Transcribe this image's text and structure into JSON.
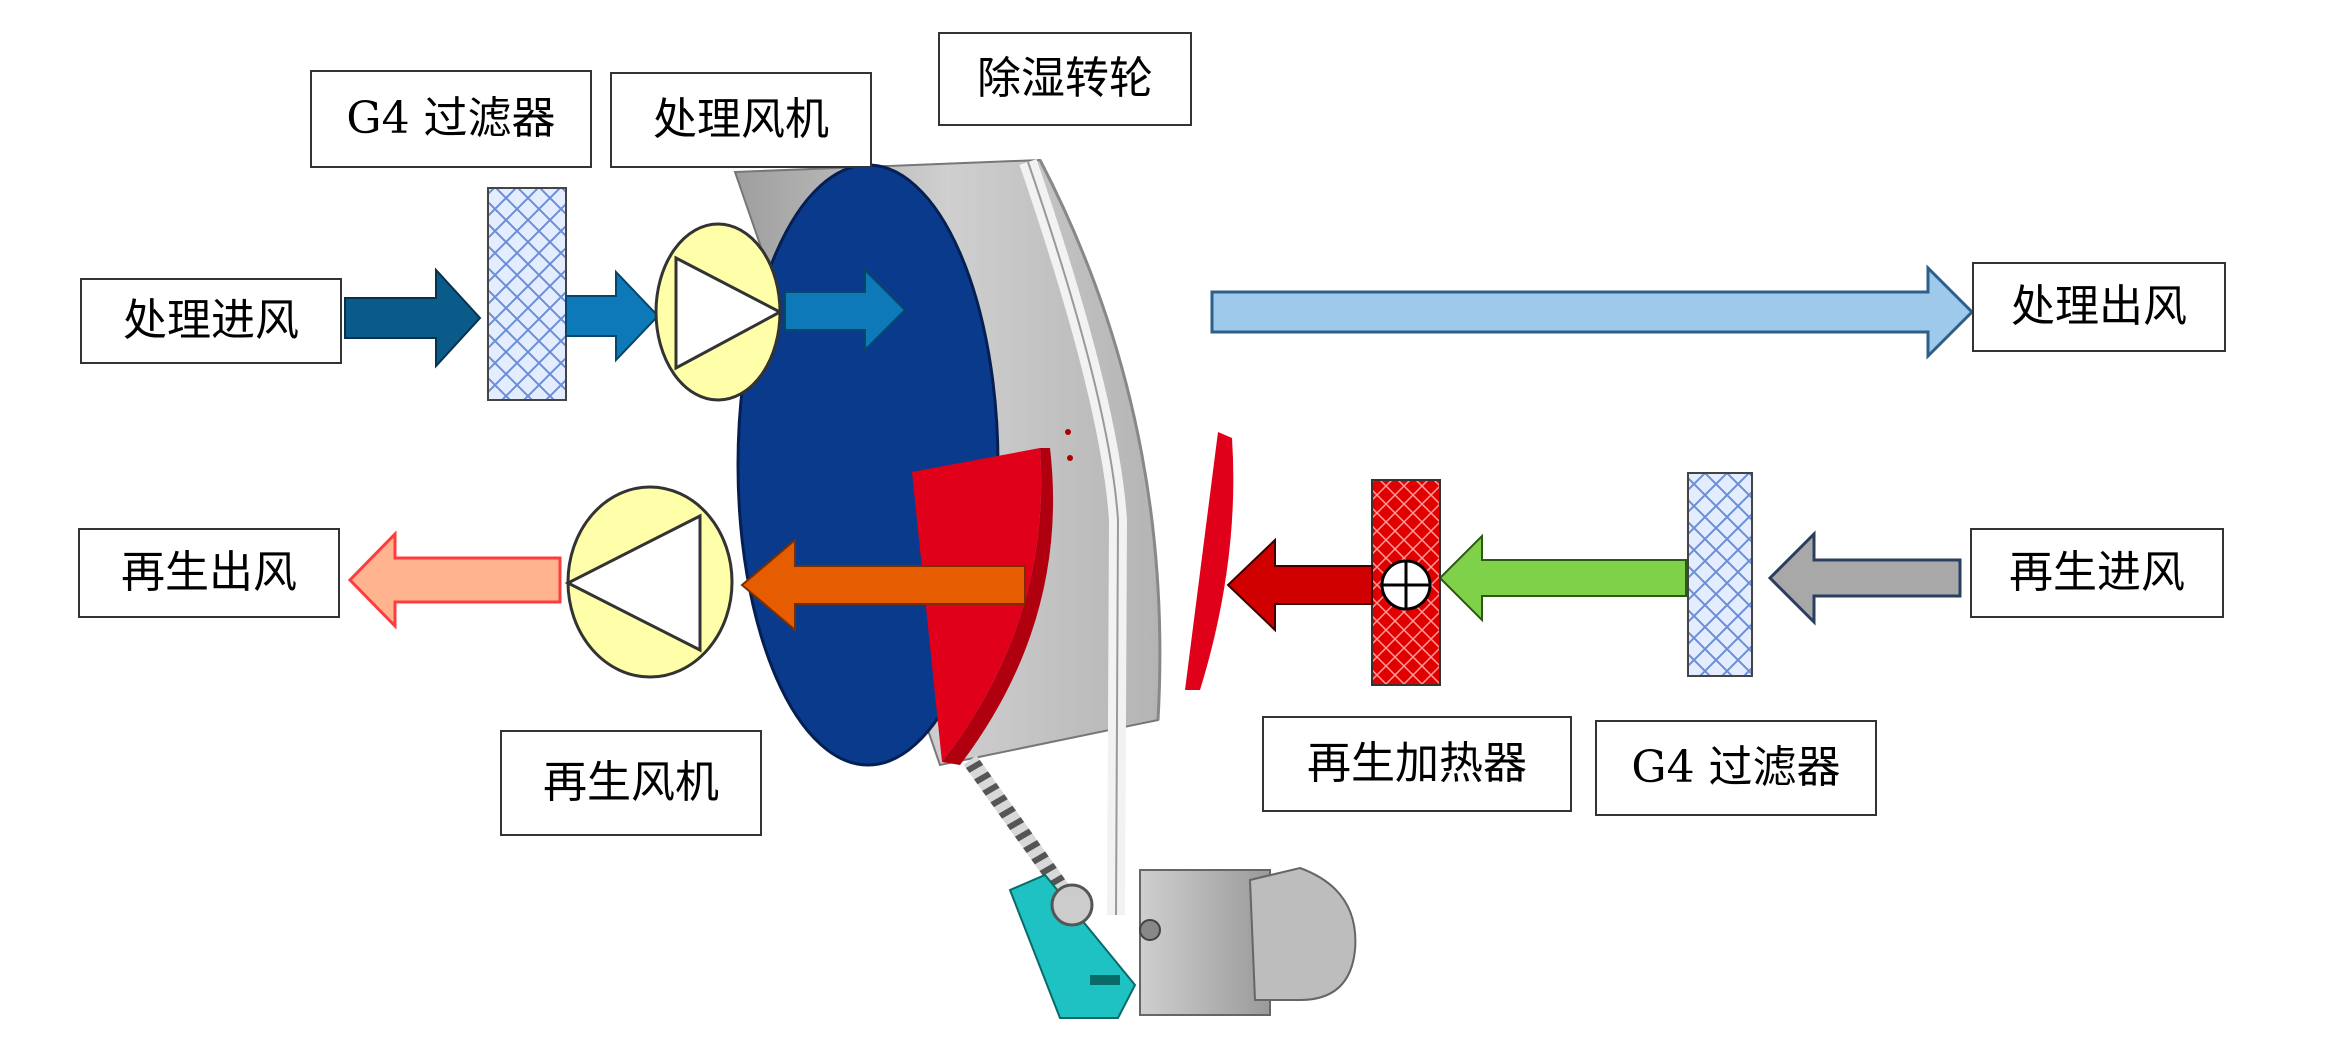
{
  "labels": {
    "process_inlet": "处理进风",
    "filter_top": "G4 过滤器",
    "process_fan": "处理风机",
    "desiccant_wheel": "除湿转轮",
    "process_outlet": "处理出风",
    "regen_outlet": "再生出风",
    "regen_fan": "再生风机",
    "regen_heater": "再生加热器",
    "filter_bottom": "G4 过滤器",
    "regen_inlet": "再生进风"
  },
  "colors": {
    "process_inlet_arrow": "#0b5b8a",
    "process_fan_arrow": "#0e79b9",
    "process_outlet_arrow": "#9fc9ea",
    "regen_inlet_arrow": "#a8a8a8",
    "regen_filter_arrow": "#7fd14a",
    "regen_heater_arrow": "#d00000",
    "regen_wheel_arrow": "#e65c00",
    "regen_outlet_arrow": "#ffb38f",
    "wheel_face": "#0a3a8c",
    "wheel_regen_sector": "#e0001a",
    "wheel_rim": "#bcbcbc",
    "fan_fill": "#ffffaa",
    "filter_fill": "#dfe9ff",
    "heater_fill": "#e00000",
    "motor_bracket": "#1fc2c2"
  },
  "icons": {
    "fan": "fan-triangle-icon",
    "filter": "filter-mesh-icon",
    "heater": "heater-circle-icon",
    "motor": "motor-icon"
  }
}
